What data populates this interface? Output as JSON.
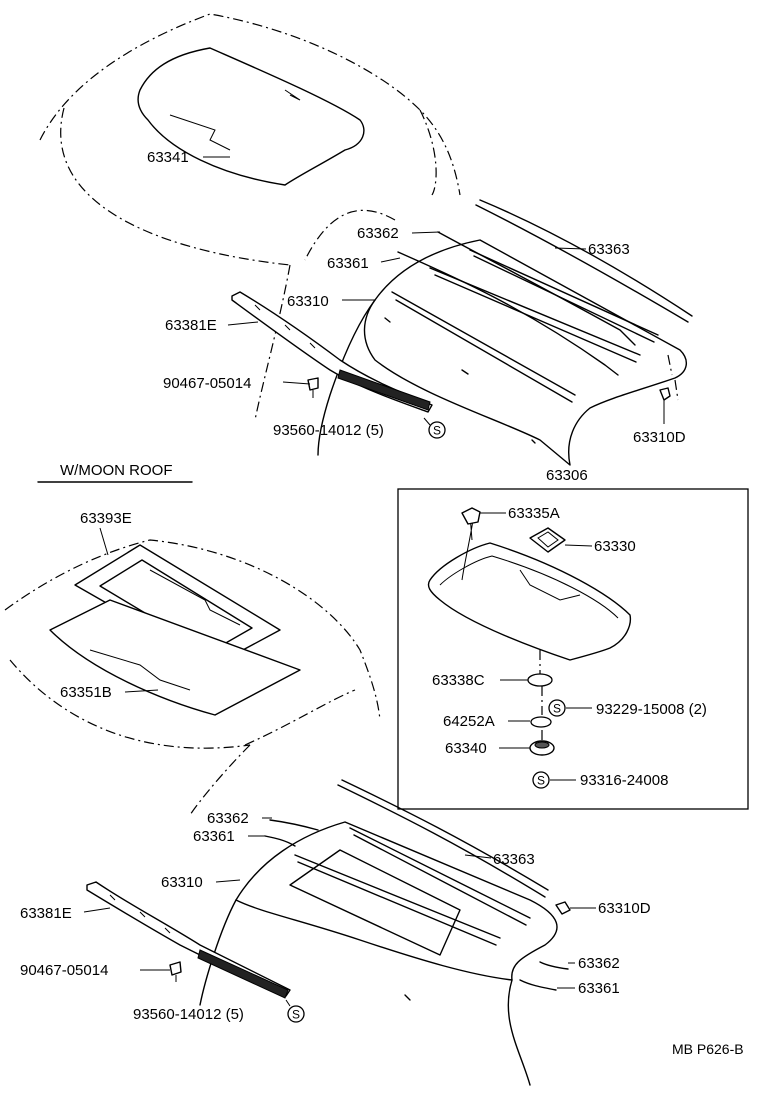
{
  "section_heading": "W/MOON ROOF",
  "footer_code": "MB P626-B",
  "upper_callouts": {
    "p63341": "63341",
    "p63362": "63362",
    "p63363": "63363",
    "p63361": "63361",
    "p63310": "63310",
    "p63381e": "63381E",
    "p90467": "90467-05014",
    "p93560": "93560-14012 (5)",
    "p63310d": "63310D",
    "p63306": "63306"
  },
  "visor_callouts": {
    "p63335a": "63335A",
    "p63330": "63330",
    "p63338c": "63338C",
    "p93229": "93229-15008 (2)",
    "p64252a": "64252A",
    "p63340": "63340",
    "p93316": "93316-24008"
  },
  "lower_callouts": {
    "p63393e": "63393E",
    "p63351b": "63351B",
    "p63362": "63362",
    "p63361": "63361",
    "p63363": "63363",
    "p63310": "63310",
    "p63381e": "63381E",
    "p63310d": "63310D",
    "p90467": "90467-05014",
    "p63362b": "63362",
    "p93560": "93560-14012 (5)",
    "p63361b": "63361"
  },
  "symbols": {
    "standard_part_mark": "S"
  }
}
